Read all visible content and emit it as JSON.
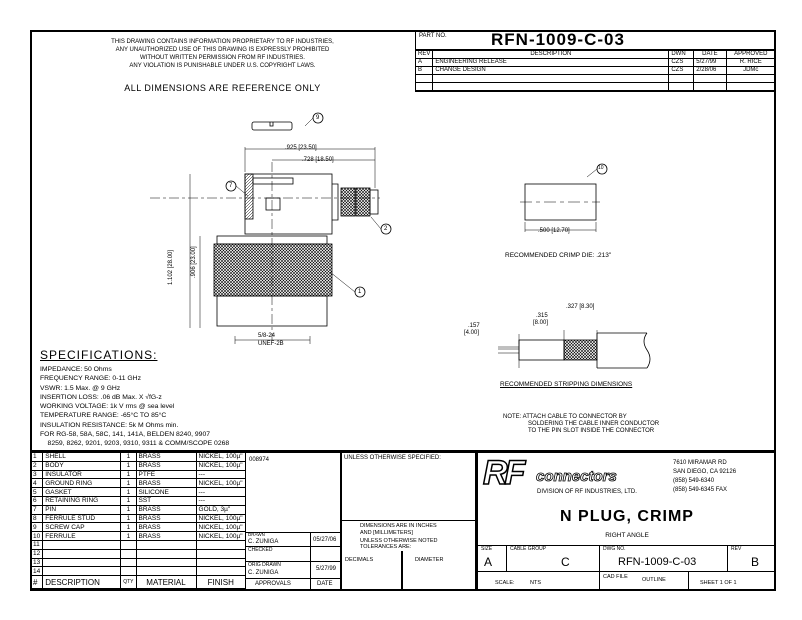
{
  "notice": [
    "THIS DRAWING CONTAINS INFORMATION PROPRIETARY TO RF INDUSTRIES,",
    "ANY UNAUTHORIZED USE OF THIS DRAWING IS EXPRESSLY PROHIBITED",
    "WITHOUT WRITTEN PERMISSION FROM RF INDUSTRIES.",
    "ANY VIOLATION IS PUNISHABLE UNDER U.S. COPYRIGHT LAWS."
  ],
  "reference_note": "ALL DIMENSIONS ARE REFERENCE ONLY",
  "title_block": {
    "part_no_label": "PART NO.",
    "part_no": "RFN-1009-C-03",
    "headers": {
      "rev": "REV",
      "description": "DESCRIPTION",
      "dwn": "DWN",
      "date": "DATE",
      "approved": "APPROVED"
    },
    "revisions": [
      {
        "rev": "A",
        "description": "ENGINEERING RELEASE",
        "dwn": "CZS",
        "date": "5/27/99",
        "approved": "R. RICE"
      },
      {
        "rev": "B",
        "description": "CHANGE DESIGN",
        "dwn": "CZS",
        "date": "2/28/06",
        "approved": "JDMc"
      }
    ]
  },
  "drawing": {
    "dim_overall": ".925 [23.50]",
    "dim_offset": ".728 [18.50]",
    "dim_height": "1.102 [28.00]",
    "dim_knurl": ".906 [23.00]",
    "thread": [
      "5/8-24",
      "UNEF-2B"
    ],
    "balloons": [
      "9",
      "7",
      "2",
      "1",
      "10"
    ],
    "crimp_dim": ".500 [12.70]",
    "crimp_note": "RECOMMENDED CRIMP DIE: .213\"",
    "strip_dims": [
      ".157",
      "[4.00]",
      ".315",
      "[8.00]",
      ".327 [8.30]"
    ],
    "strip_note": "RECOMMENDED STRIPPING DIMENSIONS",
    "note": [
      "NOTE: ATTACH CABLE TO CONNECTOR BY",
      "SOLDERING THE CABLE INNER CONDUCTOR",
      "TO THE PIN SLOT INSIDE THE CONNECTOR"
    ]
  },
  "specifications": {
    "title": "SPECIFICATIONS:",
    "lines": [
      "IMPEDANCE: 50 Ohms",
      "FREQUENCY RANGE: 0-11 GHz",
      "VSWR: 1.5 Max. @ 9 GHz",
      "INSERTION LOSS: .06 dB Max. X √fG-z",
      "WORKING VOLTAGE: 1k V rms @ sea level",
      "TEMPERATURE RANGE: -65°C TO 85°C",
      "INSULATION RESISTANCE: 5k M Ohms min.",
      "FOR RG-58, 58A, 58C, 141, 141A, BELDEN 8240, 9907",
      "    8259, 8262, 9201, 9203, 9310, 9311 & COMM/SCOPE 0268"
    ]
  },
  "parts": {
    "headers": {
      "num": "#",
      "description": "DESCRIPTION",
      "qty": "QTY",
      "material": "MATERIAL",
      "finish": "FINISH"
    },
    "rows": [
      {
        "n": "1",
        "d": "SHELL",
        "q": "1",
        "m": "BRASS",
        "f": "NICKEL, 100µ\""
      },
      {
        "n": "2",
        "d": "BODY",
        "q": "1",
        "m": "BRASS",
        "f": "NICKEL, 100µ\""
      },
      {
        "n": "3",
        "d": "INSULATOR",
        "q": "1",
        "m": "PTFE",
        "f": "---"
      },
      {
        "n": "4",
        "d": "GROUND RING",
        "q": "1",
        "m": "BRASS",
        "f": "NICKEL, 100µ\""
      },
      {
        "n": "5",
        "d": "GASKET",
        "q": "1",
        "m": "SILICONE",
        "f": "---"
      },
      {
        "n": "6",
        "d": "RETAINING RING",
        "q": "1",
        "m": "SST",
        "f": "---"
      },
      {
        "n": "7",
        "d": "PIN",
        "q": "1",
        "m": "BRASS",
        "f": "GOLD, 3µ\""
      },
      {
        "n": "8",
        "d": "FERRULE STUD",
        "q": "1",
        "m": "BRASS",
        "f": "NICKEL, 100µ\""
      },
      {
        "n": "9",
        "d": "SCREW CAP",
        "q": "1",
        "m": "BRASS",
        "f": "NICKEL, 100µ\""
      },
      {
        "n": "10",
        "d": "FERRULE",
        "q": "1",
        "m": "BRASS",
        "f": "NICKEL, 100µ\""
      },
      {
        "n": "11",
        "d": "",
        "q": "",
        "m": "",
        "f": ""
      },
      {
        "n": "12",
        "d": "",
        "q": "",
        "m": "",
        "f": ""
      },
      {
        "n": "13",
        "d": "",
        "q": "",
        "m": "",
        "f": ""
      },
      {
        "n": "14",
        "d": "",
        "q": "",
        "m": "",
        "f": ""
      }
    ]
  },
  "approvals": {
    "code": "008974",
    "drawn_label": "DRAWN",
    "drawn_by": "C. ZUNIGA",
    "drawn_date": "05/27/06",
    "checked_label": "CHECKED",
    "orig_label": "ORIG DRAWN",
    "orig_by": "C. ZUNIGA",
    "orig_date": "5/27/99",
    "approvals_header": "APPROVALS",
    "date_header": "DATE"
  },
  "tolerances": {
    "unless": "UNLESS OTHERWISE SPECIFIED:",
    "dims": [
      "DIMENSIONS ARE IN INCHES",
      "AND [MILLIMETERS]",
      "UNLESS OTHERWISE NOTED",
      "TOLERANCES ARE:"
    ],
    "decimals": "DECIMALS",
    "diameter": "DIAMETER"
  },
  "company": {
    "logo_rf": "RF",
    "logo_word": "connectors",
    "division": "DIVISION OF RF INDUSTRIES, LTD.",
    "address": [
      "7610 MIRAMAR RD",
      "SAN DIEGO, CA 92126",
      "(858) 549-6340",
      "(858) 549-6345 FAX"
    ]
  },
  "title": "N PLUG, CRIMP",
  "subtitle": "RIGHT ANGLE",
  "size_label": "SIZE",
  "size": "A",
  "cable_group_label": "CABLE GROUP",
  "cable_group": "C",
  "dwg_no_label": "DWG NO.",
  "dwg_no": "RFN-1009-C-03",
  "rev_label": "REV",
  "rev": "B",
  "scale_label": "SCALE:",
  "scale": "NTS",
  "cad_file_label": "CAD FILE",
  "cad_file": "OUTLINE",
  "sheet": "SHEET 1 OF 1"
}
